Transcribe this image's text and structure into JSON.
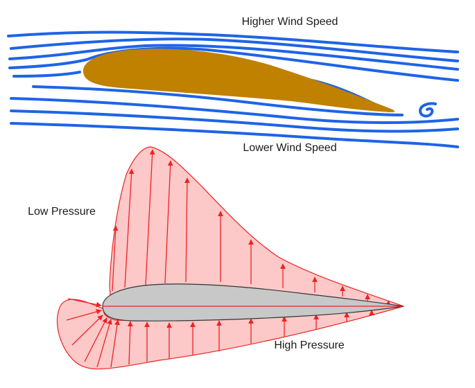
{
  "labels": {
    "higher_wind": "Higher Wind Speed",
    "lower_wind": "Lower Wind Speed",
    "low_pressure": "Low Pressure",
    "high_pressure": "High Pressure"
  },
  "colors": {
    "streamline": "#1e64e6",
    "airfoil_top": "#c08000",
    "pressure_fill": "#fcc8c8",
    "pressure_line": "#ee2222",
    "airfoil_bottom": "#c8c8c8",
    "airfoil_outline": "#333333"
  }
}
